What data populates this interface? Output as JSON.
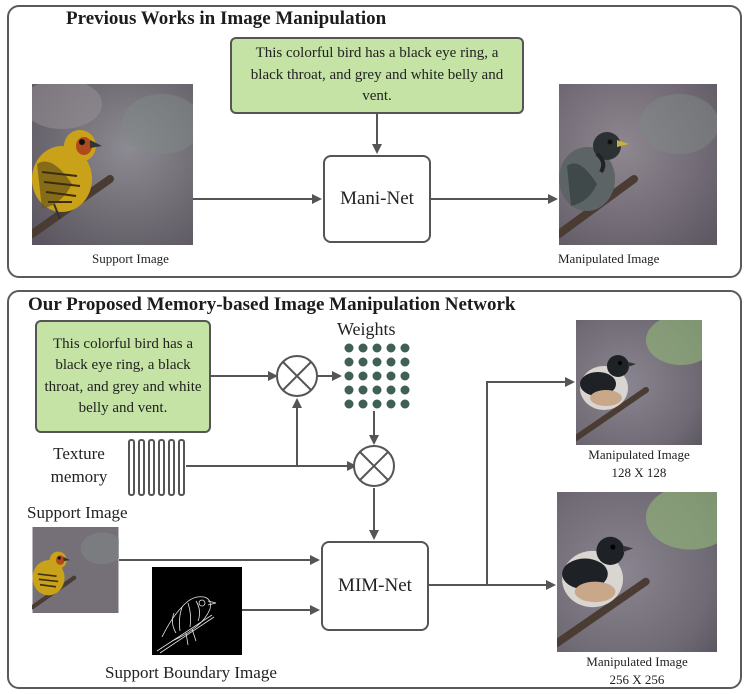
{
  "top_panel": {
    "heading": "Previous Works in Image Manipulation",
    "text_box": "This colorful bird has a black eye ring, a black throat, and grey and white belly and vent.",
    "network_label": "Mani-Net",
    "support_caption": "Support Image",
    "output_caption": "Manipulated Image"
  },
  "bottom_panel": {
    "heading": "Our Proposed Memory-based Image Manipulation Network",
    "text_box": "This colorful bird has a black eye ring, a black throat, and grey and white belly and vent.",
    "weights_label": "Weights",
    "texture_label": "Texture memory",
    "support_label": "Support Image",
    "boundary_label": "Support Boundary Image",
    "network_label": "MIM-Net",
    "output_small_line1": "Manipulated Image",
    "output_small_line2": "128 X 128",
    "output_large_line1": "Manipulated Image",
    "output_large_line2": "256 X 256"
  },
  "colors": {
    "text_box_fill": "#c4e3a4",
    "weight_dots": "#3f5f57",
    "arrows": "#555555",
    "panel_border": "#5a5a5a"
  }
}
